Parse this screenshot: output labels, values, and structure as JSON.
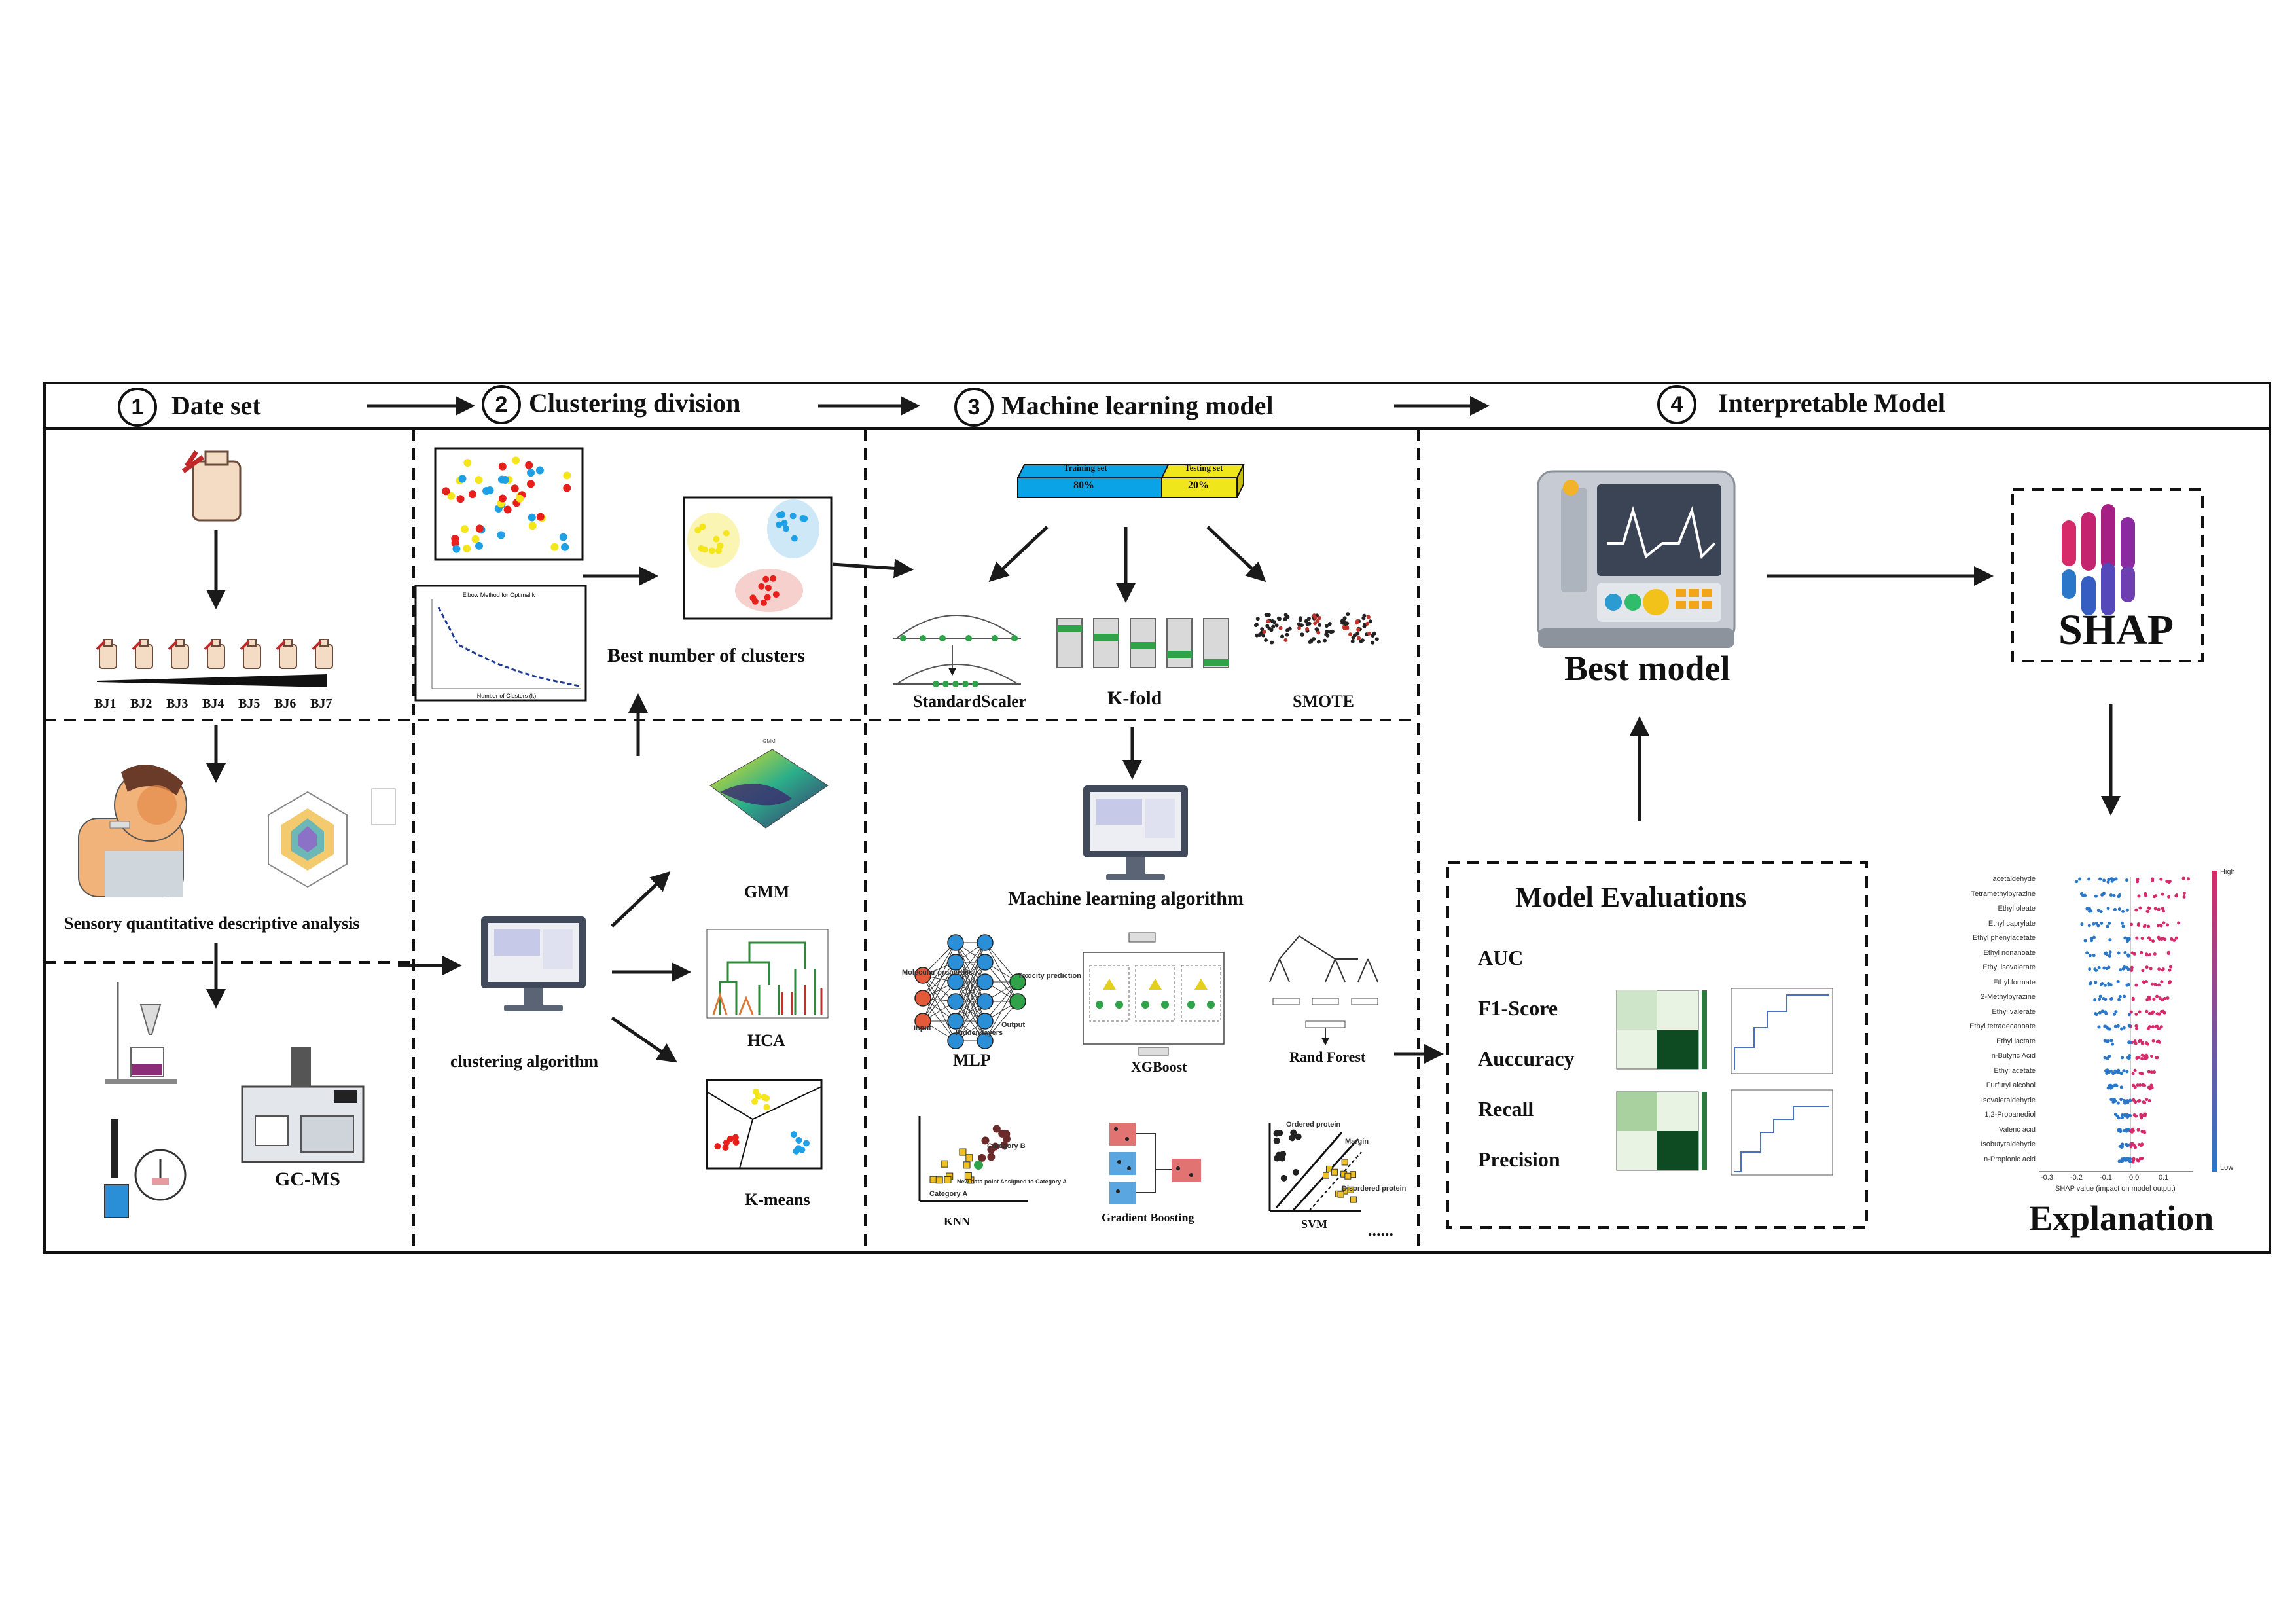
{
  "stages": [
    {
      "number": "1",
      "title": "Date set"
    },
    {
      "number": "2",
      "title": "Clustering division"
    },
    {
      "number": "3",
      "title": "Machine learning model"
    },
    {
      "number": "4",
      "title": "Interpretable Model"
    }
  ],
  "dataset": {
    "samples": [
      "BJ1",
      "BJ2",
      "BJ3",
      "BJ4",
      "BJ5",
      "BJ6",
      "BJ7"
    ],
    "sensory_label": "Sensory quantitative descriptive analysis",
    "gcms_label": "GC-MS"
  },
  "clustering": {
    "best_label": "Best number of clusters",
    "algo_label": "clustering algorithm",
    "methods": [
      "GMM",
      "HCA",
      "K-means"
    ],
    "elbow_title": "Elbow Method for Optimal k",
    "elbow_xlabel": "Number of Clusters (k)"
  },
  "ml": {
    "split": {
      "train_label": "Training set",
      "train_pct": "80%",
      "test_label": "Testing set",
      "test_pct": "20%"
    },
    "preprocessing": [
      "StandardScaler",
      "K-fold",
      "SMOTE"
    ],
    "algo_label": "Machine learning algorithm",
    "models": [
      "MLP",
      "XGBoost",
      "Rand Forest",
      "KNN",
      "Gradient Boosting",
      "SVM"
    ],
    "ellipsis": "......",
    "mlp_notes": {
      "input": "Input",
      "output": "Output",
      "hidden": "Hidden layers",
      "molecular": "Molecular properties",
      "toxicity": "Toxicity prediction"
    },
    "knn_notes": {
      "cat_a": "Category A",
      "cat_b": "Category B",
      "new_point": "New data point Assigned to Category A"
    },
    "svm_notes": {
      "margin": "Margin",
      "ordered": "Ordered protein",
      "disordered": "Disordered protein"
    }
  },
  "interpretable": {
    "best_model": "Best model",
    "shap_word": "SHAP",
    "explanation": "Explanation",
    "evaluations_title": "Model Evaluations",
    "metrics": [
      "AUC",
      "F1-Score",
      "Auccuracy",
      "Recall",
      "Precision"
    ],
    "shap_features": [
      "acetaldehyde",
      "Tetramethylpyrazine",
      "Ethyl oleate",
      "Ethyl caprylate",
      "Ethyl phenylacetate",
      "Ethyl nonanoate",
      "Ethyl isovalerate",
      "Ethyl formate",
      "2-Methylpyrazine",
      "Ethyl valerate",
      "Ethyl tetradecanoate",
      "Ethyl lactate",
      "n-Butyric Acid",
      "Ethyl acetate",
      "Furfuryl alcohol",
      "Isovaleraldehyde",
      "1,2-Propanediol",
      "Valeric acid",
      "Isobutyraldehyde",
      "n-Propionic acid"
    ],
    "shap_xlabel": "SHAP value (impact on model output)",
    "shap_ticks": [
      "-0.3",
      "-0.2",
      "-0.1",
      "0.0",
      "0.1"
    ],
    "shap_high": "High",
    "shap_low": "Low"
  },
  "colors": {
    "arrow": "#1a1a1a",
    "cluster_red": "#e8201c",
    "cluster_yellow": "#f5e51b",
    "cluster_blue": "#1ea0e6",
    "train_blue": "#0aa3e6",
    "test_yellow": "#f0e61c",
    "shap_pink": "#d62a6b",
    "shap_blue": "#2a76c8"
  }
}
